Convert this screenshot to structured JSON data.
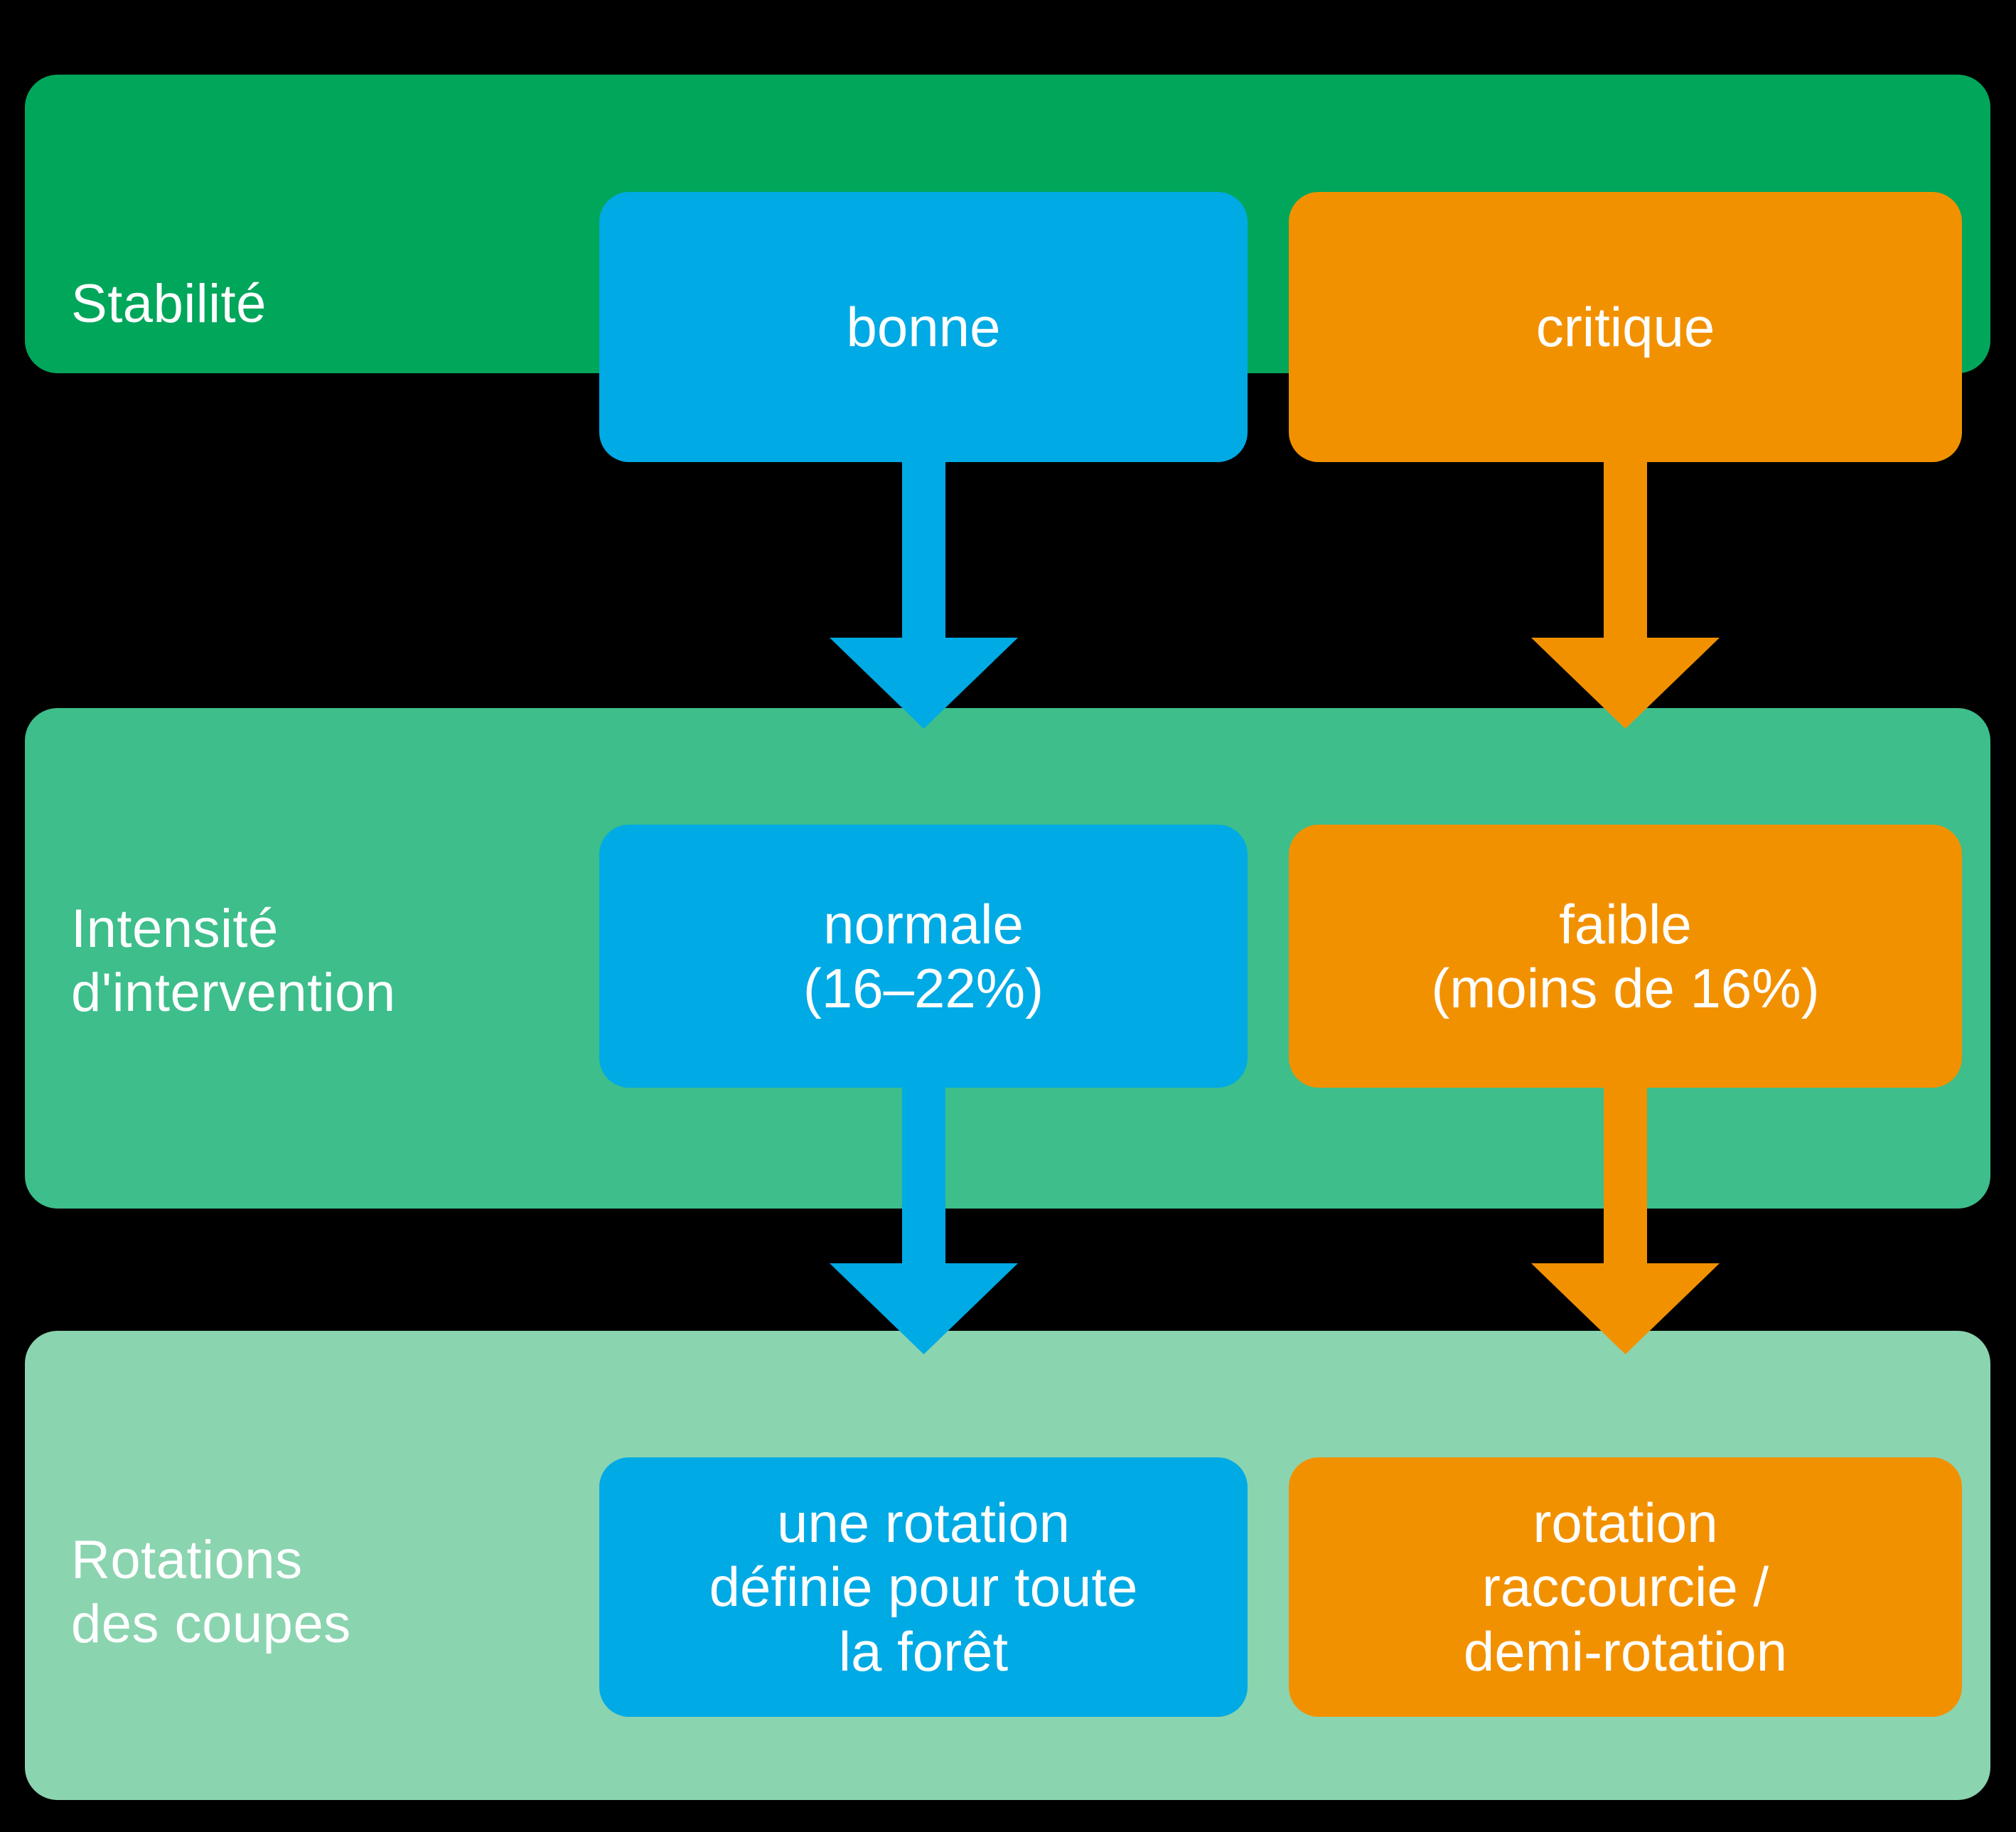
{
  "diagram": {
    "title_present": false,
    "background_color": "#000000",
    "rows": [
      {
        "key": "stabilite",
        "label": "Stabilité",
        "band_color": "#00A65A",
        "cells": [
          {
            "column": "a",
            "text": "bonne",
            "color": "#00AAE4"
          },
          {
            "column": "b",
            "text": "critique",
            "color": "#F29100"
          }
        ]
      },
      {
        "key": "intensite",
        "label": "Intensité\nd'intervention",
        "band_color": "#3DBE8B",
        "cells": [
          {
            "column": "a",
            "text": "normale\n(16–22%)",
            "color": "#00AAE4"
          },
          {
            "column": "b",
            "text": "faible\n(moins de 16%)",
            "color": "#F29100"
          }
        ]
      },
      {
        "key": "rotations",
        "label": "Rotations\ndes coupes",
        "band_color": "#8BD4B0",
        "cells": [
          {
            "column": "a",
            "text": "une rotation\ndéfinie pour toute\nla forêt",
            "color": "#00AAE4"
          },
          {
            "column": "b",
            "text": "rotation\nraccourcie /\ndemi-rotation",
            "color": "#F29100"
          }
        ]
      }
    ],
    "arrows": [
      {
        "key": "a1",
        "from": "bonne",
        "to": "normale (16–22%)",
        "color": "#00AAE4",
        "direction": "down"
      },
      {
        "key": "b1",
        "from": "critique",
        "to": "faible (moins de 16%)",
        "color": "#F29100",
        "direction": "down"
      },
      {
        "key": "a2",
        "from": "normale (16–22%)",
        "to": "une rotation définie pour toute la forêt",
        "color": "#00AAE4",
        "direction": "down"
      },
      {
        "key": "b2",
        "from": "faible (moins de 16%)",
        "to": "rotation raccourcie / demi-rotation",
        "color": "#F29100",
        "direction": "down"
      }
    ],
    "palette": {
      "green_dark": "#00A65A",
      "green_medium": "#3DBE8B",
      "green_light": "#8BD4B0",
      "blue": "#00AAE4",
      "orange": "#F29100",
      "text": "#FFFFFF",
      "background": "#000000"
    }
  }
}
